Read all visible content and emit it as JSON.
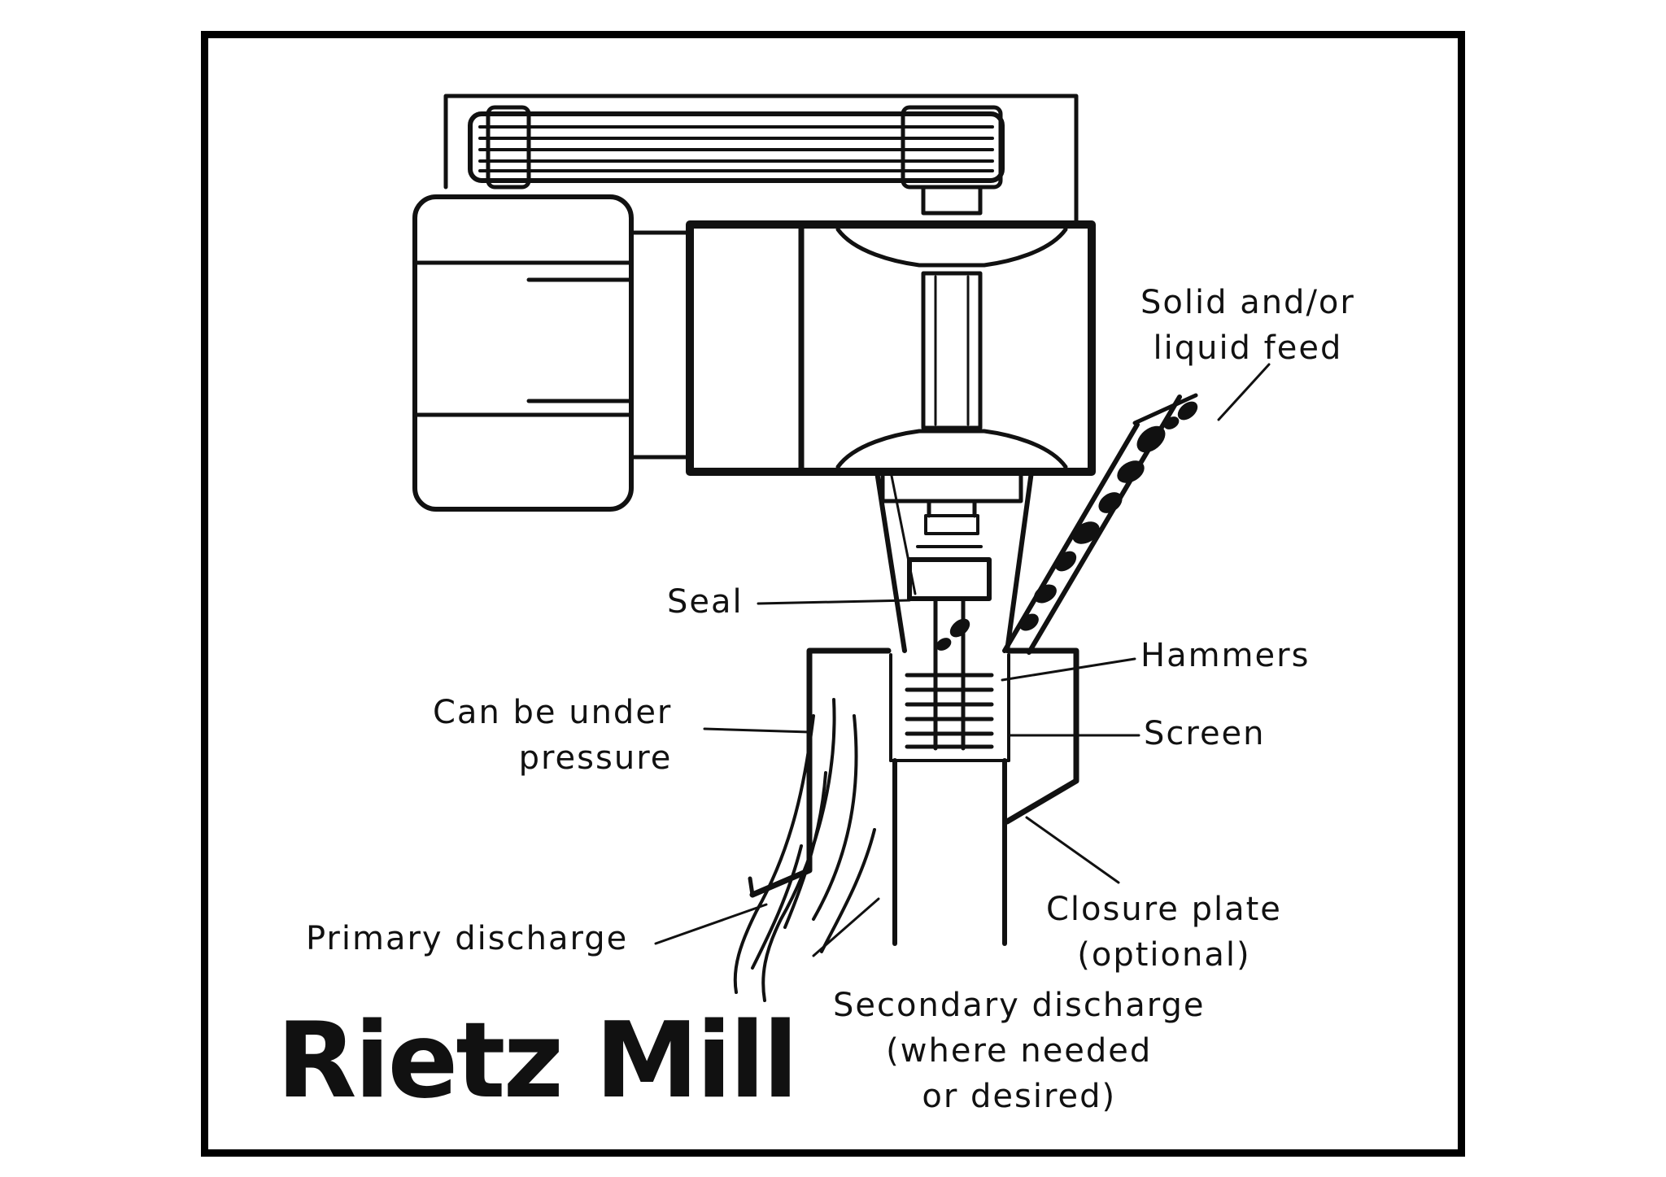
{
  "title": "Rietz Mill",
  "colors": {
    "ink": "#111111",
    "background": "#ffffff"
  },
  "labels": {
    "feed": [
      "Solid and/or",
      "liquid feed"
    ],
    "seal": "Seal",
    "hammers": "Hammers",
    "pressure": [
      "Can be under",
      "pressure"
    ],
    "screen": "Screen",
    "closure": [
      "Closure plate",
      "(optional)"
    ],
    "primary": "Primary discharge",
    "secondary": [
      "Secondary discharge",
      "(where needed",
      "or desired)"
    ]
  }
}
